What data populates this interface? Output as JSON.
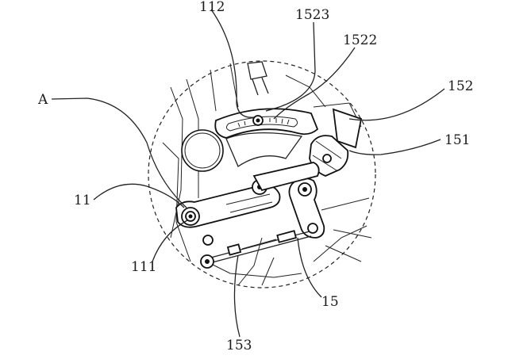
{
  "figure": {
    "labels": {
      "l112": "112",
      "l1523": "1523",
      "l1522": "1522",
      "l152": "152",
      "lA": "A",
      "l151": "151",
      "l11": "11",
      "l111": "111",
      "l15": "15",
      "l153": "153"
    }
  }
}
